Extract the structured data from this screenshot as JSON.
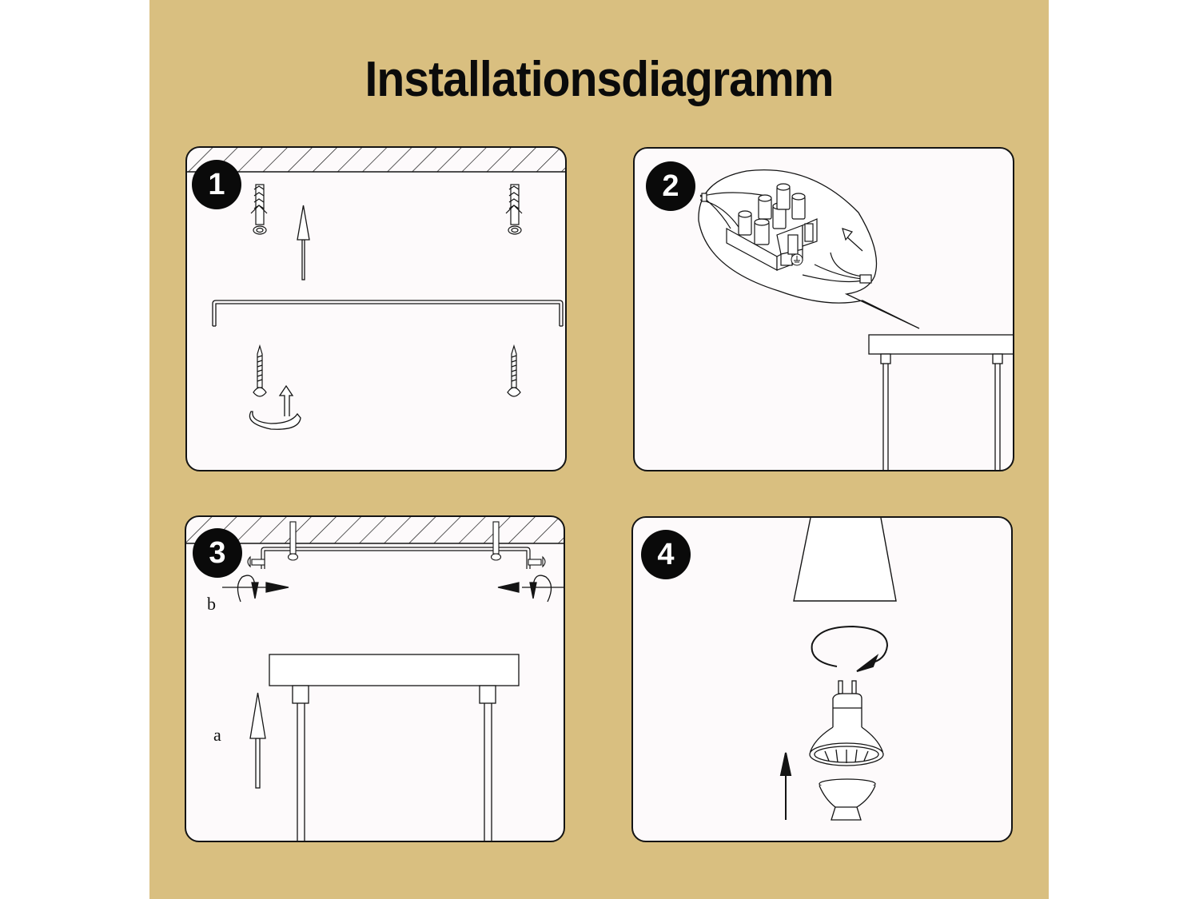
{
  "title": "Installationsdiagramm",
  "colors": {
    "background": "#d9bf80",
    "panel": "#fdfafb",
    "line": "#141414",
    "badge": "#0a0a0a"
  },
  "steps": [
    {
      "number": "1",
      "description_icons": [
        "ceiling-hatch-icon",
        "wall-plug-icon",
        "wall-plug-icon",
        "up-arrow-icon",
        "mounting-bracket-icon",
        "screw-icon",
        "screw-icon",
        "rotate-arrow-icon"
      ]
    },
    {
      "number": "2",
      "description_icons": [
        "terminal-block-icon",
        "wire-bundle-icon",
        "ground-symbol-icon",
        "insert-arrow-icon",
        "callout-bubble",
        "canopy-icon"
      ]
    },
    {
      "number": "3",
      "description_icons": [
        "ceiling-hatch-icon",
        "bracket-on-ceiling-icon",
        "side-screw-icon",
        "side-screw-icon",
        "rotate-arrow-icon",
        "up-arrow-icon",
        "canopy-icon"
      ],
      "labels": {
        "a": "a",
        "b": "b"
      }
    },
    {
      "number": "4",
      "description_icons": [
        "lamp-shade-icon",
        "rotate-arrow-icon",
        "gu10-bulb-icon",
        "retaining-cup-icon",
        "up-arrow-icon"
      ]
    }
  ]
}
